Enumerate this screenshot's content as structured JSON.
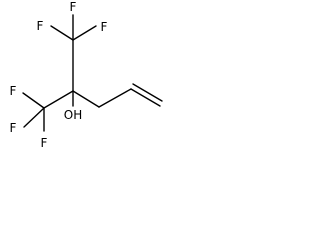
{
  "molecule": {
    "atoms": {
      "f_top_left": "F",
      "f_top_center": "F",
      "f_top_right": "F",
      "f_left_upper": "F",
      "f_left_lower": "F",
      "f_bottom": "F",
      "hydroxyl": "OH"
    },
    "colors": {
      "bond": "#000000",
      "atom_text": "#000000",
      "background": "#ffffff"
    }
  }
}
